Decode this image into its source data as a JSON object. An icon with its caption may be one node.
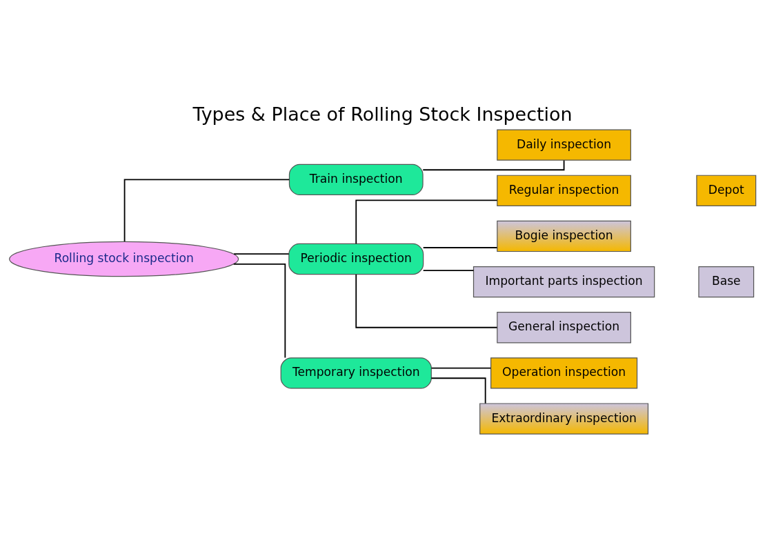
{
  "diagram": {
    "title": "Types & Place of Rolling Stock Inspection",
    "nodes": [
      {
        "text": [
          "Rolling stock inspection"
        ]
      },
      {
        "text": [
          "Train inspection"
        ]
      },
      {
        "text": [
          "Periodic inspection"
        ]
      },
      {
        "text": [
          "Temporary inspection"
        ]
      },
      {
        "text": [
          "Daily inspection"
        ]
      },
      {
        "text": [
          "Regular inspection"
        ]
      },
      {
        "text": [
          "Bogie inspection"
        ]
      },
      {
        "text": [
          "Important parts inspection"
        ]
      },
      {
        "text": [
          "General inspection"
        ]
      },
      {
        "text": [
          "Operation inspection"
        ]
      },
      {
        "text": [
          "Extraordinary inspection"
        ]
      },
      {
        "text": [
          "Depot"
        ]
      },
      {
        "text": [
          "Base"
        ]
      }
    ],
    "edges": [
      {
        "from": 0,
        "to": 1,
        "arrow": "none"
      },
      {
        "from": 0,
        "to": 2,
        "arrow": "none"
      },
      {
        "from": 0,
        "to": 3,
        "arrow": "none"
      },
      {
        "from": 1,
        "to": 4,
        "arrow": "none"
      },
      {
        "from": 2,
        "to": 5,
        "arrow": "none"
      },
      {
        "from": 2,
        "to": 6,
        "arrow": "none"
      },
      {
        "from": 2,
        "to": 7,
        "arrow": "none"
      },
      {
        "from": 2,
        "to": 8,
        "arrow": "none"
      },
      {
        "from": 3,
        "to": 9,
        "arrow": "none"
      },
      {
        "from": 3,
        "to": 10,
        "arrow": "none"
      }
    ]
  }
}
